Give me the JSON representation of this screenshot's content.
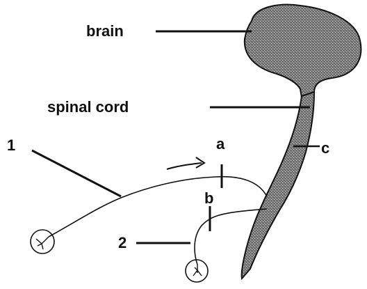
{
  "labels": {
    "brain": "brain",
    "spinal_cord": "spinal cord",
    "one": "1",
    "two": "2",
    "a": "a",
    "b": "b",
    "c": "c"
  },
  "colors": {
    "ink": "#111111",
    "tissue_fill": "#6f6f6f",
    "background": "#ffffff"
  }
}
